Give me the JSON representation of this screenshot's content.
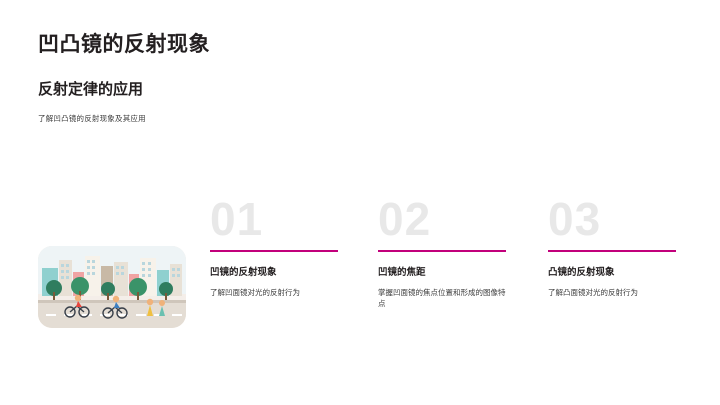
{
  "slide": {
    "title": "凹凸镜的反射现象",
    "subtitle": "反射定律的应用",
    "description": "了解凹凸镜的反射现象及其应用",
    "accent_color": "#c2007b",
    "number_color": "#e8e8e8",
    "illustration": {
      "name": "city-street-cyclists-illustration"
    },
    "columns": [
      {
        "number": "01",
        "heading": "凹镜的反射现象",
        "body": "了解凹面镜对光的反射行为"
      },
      {
        "number": "02",
        "heading": "凹镜的焦距",
        "body": "掌握凹面镜的焦点位置和形成的图像特点"
      },
      {
        "number": "03",
        "heading": "凸镜的反射现象",
        "body": "了解凸面镜对光的反射行为"
      }
    ]
  }
}
